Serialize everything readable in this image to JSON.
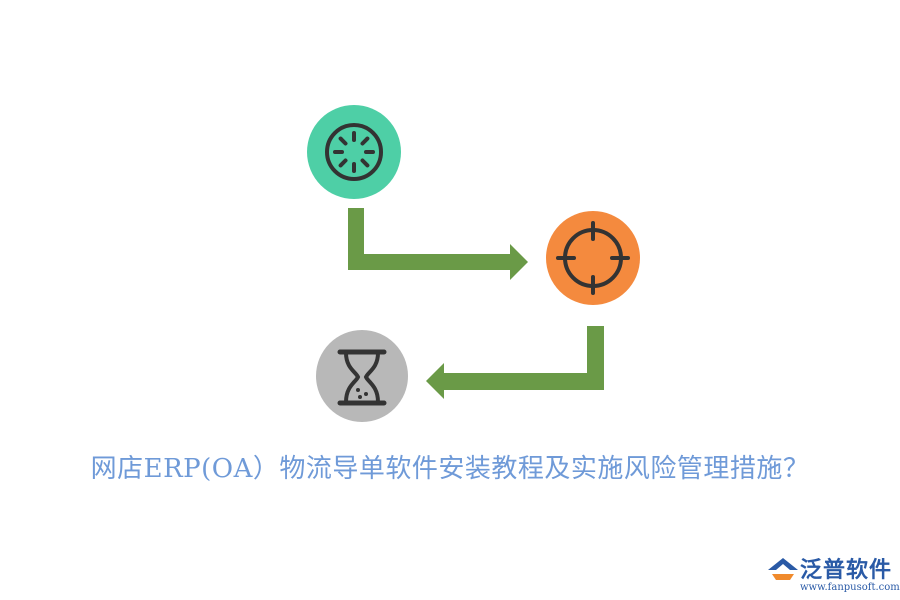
{
  "caption": "网店ERP(OA）物流导单软件安装教程及实施风险管理措施？",
  "logo": {
    "name": "泛普软件",
    "url": "www.fanpusoft.com"
  },
  "nodes": [
    {
      "icon": "gear-loader-icon",
      "color": "#4ecfa6"
    },
    {
      "icon": "crosshair-icon",
      "color": "#f48a3e"
    },
    {
      "icon": "hourglass-icon",
      "color": "#b8b8b8"
    }
  ],
  "arrow_color": "#6a9a47",
  "icon_stroke": "#333333"
}
